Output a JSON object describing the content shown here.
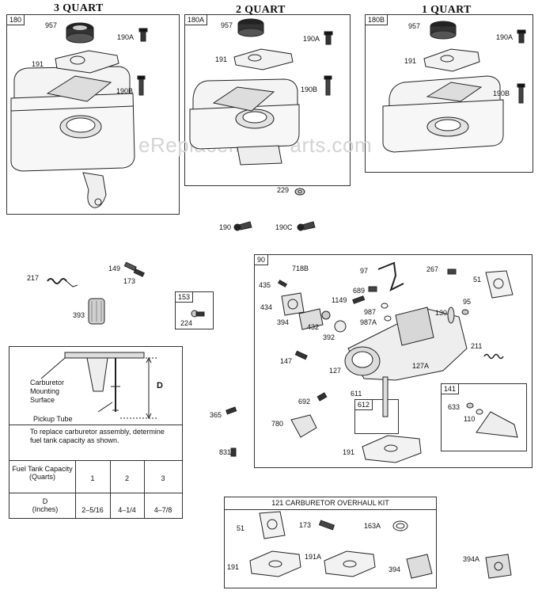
{
  "headers": {
    "q3": "3 QUART",
    "q2": "2 QUART",
    "q1": "1 QUART"
  },
  "watermark": "eReplacementParts.com",
  "boxes": {
    "b180": "180",
    "b180a": "180A",
    "b180b": "180B",
    "b90": "90",
    "b153": "153",
    "b141": "141",
    "b612": "612"
  },
  "parts": {
    "p957_1": "957",
    "p190a_1": "190A",
    "p191_1": "191",
    "p190b_1": "190B",
    "p957_2": "957",
    "p190a_2": "190A",
    "p191_2": "191",
    "p190b_2": "190B",
    "p957_3": "957",
    "p190a_3": "190A",
    "p191_3": "191",
    "p190b_3": "190B",
    "p229": "229",
    "p190": "190",
    "p190c": "190C",
    "p217": "217",
    "p149": "149",
    "p173": "173",
    "p393": "393",
    "p224": "224",
    "p718b": "718B",
    "p97": "97",
    "p267": "267",
    "p51": "51",
    "p435": "435",
    "p689": "689",
    "p434": "434",
    "p1149": "1149",
    "p987": "987",
    "p987a": "987A",
    "p95": "95",
    "p394": "394",
    "p432": "432",
    "p392": "392",
    "p130": "130",
    "p211": "211",
    "p147": "147",
    "p127": "127",
    "p127a": "127A",
    "p611": "611",
    "p692": "692",
    "p633": "633",
    "p110": "110",
    "p365": "365",
    "p780": "780",
    "p831": "831",
    "p191_4": "191",
    "k51": "51",
    "k173": "173",
    "k163a": "163A",
    "k191": "191",
    "k191a": "191A",
    "k394": "394",
    "p394a": "394A"
  },
  "chart": {
    "mount_label": "Carburetor\nMounting\nSurface",
    "pickup_label": "Pickup Tube",
    "d_label": "D",
    "note": "To replace carburetor assembly, determine fuel tank capacity as shown.",
    "row1_label": "Fuel Tank Capacity (Quarts)",
    "row2_label": "D (Inches)",
    "capacities": [
      "1",
      "2",
      "3"
    ],
    "dims": [
      "2–5/16",
      "4–1/4",
      "4–7/8"
    ]
  },
  "kit_title": "121 CARBURETOR OVERHAUL KIT"
}
